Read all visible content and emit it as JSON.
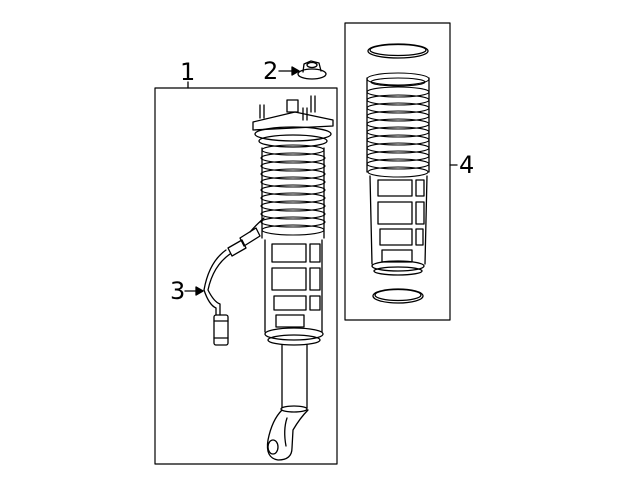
{
  "diagram": {
    "type": "exploded parts diagram",
    "subject": "air suspension strut assembly",
    "callouts": [
      {
        "number": "1",
        "part": "strut-assembly"
      },
      {
        "number": "2",
        "part": "flange-nut"
      },
      {
        "number": "3",
        "part": "sensor-wire-harness"
      },
      {
        "number": "4",
        "part": "air-spring-bellows-kit"
      }
    ]
  }
}
